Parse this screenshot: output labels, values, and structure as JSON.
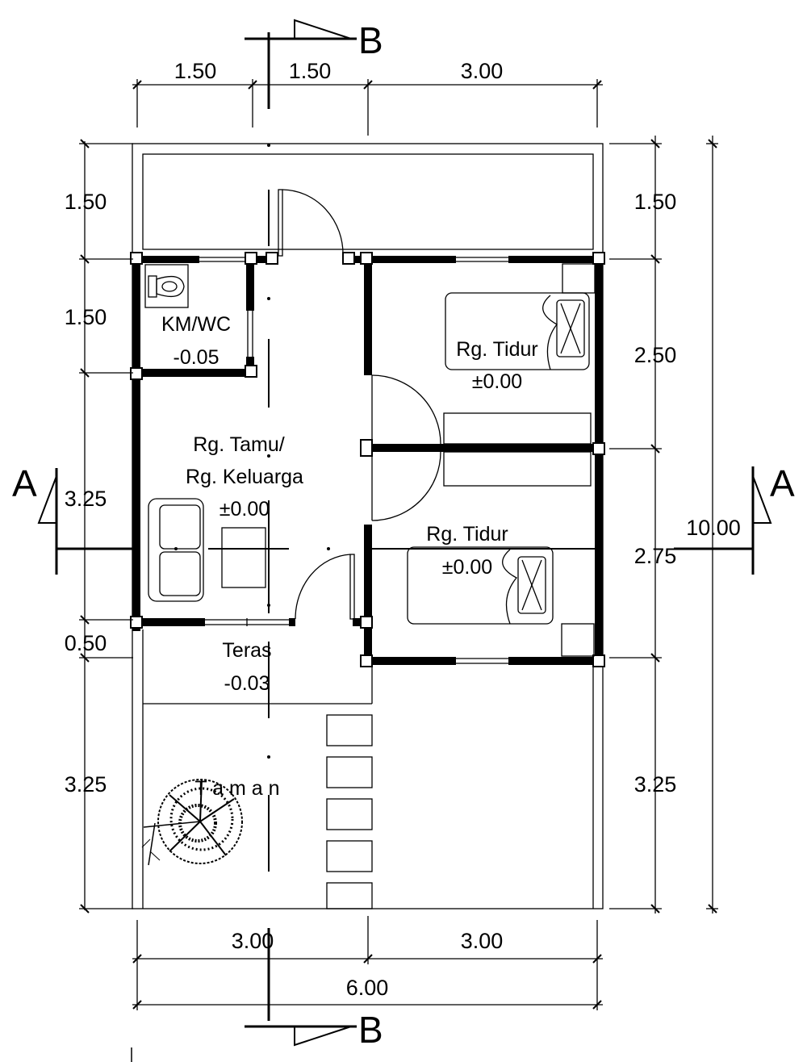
{
  "plan": {
    "section_marks": {
      "b": "B",
      "a": "A"
    },
    "dimensions": {
      "top": [
        "1.50",
        "1.50",
        "3.00"
      ],
      "left": [
        "1.50",
        "1.50",
        "3.25",
        "0.50",
        "3.25"
      ],
      "right": [
        "1.50",
        "2.50",
        "2.75",
        "3.25"
      ],
      "overall_height": "10.00",
      "bottom": [
        "3.00",
        "3.00"
      ],
      "overall_width": "6.00"
    },
    "rooms": {
      "kmwc": {
        "name": "KM/WC",
        "level": "-0.05"
      },
      "tamu": {
        "name1": "Rg. Tamu/",
        "name2": "Rg. Keluarga",
        "level": "±0.00"
      },
      "tidur1": {
        "name": "Rg. Tidur",
        "level": "±0.00"
      },
      "tidur2": {
        "name": "Rg. Tidur",
        "level": "±0.00"
      },
      "teras": {
        "name": "Teras",
        "level": "-0.03"
      },
      "taman": {
        "name": "T a m a n"
      }
    }
  }
}
